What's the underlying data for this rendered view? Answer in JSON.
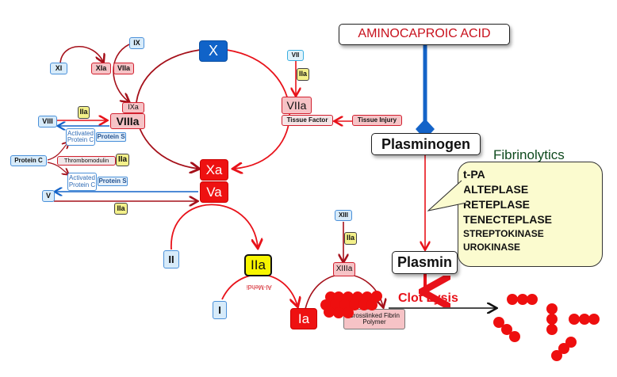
{
  "title_drug": "AMINOCAPROIC ACID",
  "intrinsic": {
    "xi": "XI",
    "xia": "XIa",
    "ix": "IX",
    "viia_top": "VIIa",
    "ixa": "IXa",
    "viiia": "VIIIa",
    "viii": "VIII",
    "iia_viii": "IIa"
  },
  "protein_c": {
    "protein_c": "Protein C",
    "activated_1": "Activated Protein C",
    "protein_s_1": "Protein S",
    "thrombomodulin": "Thrombomodulin",
    "iia_tm": "IIa",
    "activated_2": "Activated Protein C",
    "protein_s_2": "Protein S",
    "v": "V",
    "iia_v": "IIa"
  },
  "extrinsic": {
    "x": "X",
    "vii": "VII",
    "iia_vii": "IIa",
    "viia": "VIIa",
    "tissue_factor": "Tissue Factor",
    "tissue_injury": "Tissue Injury"
  },
  "common": {
    "xa": "Xa",
    "va": "Va",
    "ii": "II",
    "iia": "IIa",
    "i": "I",
    "ia": "Ia",
    "al_mehdi": "Al-Mehdi",
    "xiii": "XIII",
    "iia_xiii": "IIa",
    "xiiia": "XIIIa",
    "crosslinked": "Crosslinked Fibrin Polymer"
  },
  "fibrinolysis": {
    "plasminogen": "Plasminogen",
    "plasmin": "Plasmin",
    "clot_lysis": "Clot Lysis",
    "fibrinolytics_title": "Fibrinolytics",
    "drugs": [
      "t-PA",
      "ALTEPLASE",
      "RETEPLASE",
      "TENECTEPLASE",
      "STREPTOKINASE",
      "UROKINASE"
    ]
  },
  "colors": {
    "pathway_red": "#e8121a",
    "dark_red": "#a5101a",
    "inhibit_blue": "#1463c8",
    "fibrinolytics_green": "#0f4a1e",
    "callout_bg": "#fbfbcf"
  }
}
